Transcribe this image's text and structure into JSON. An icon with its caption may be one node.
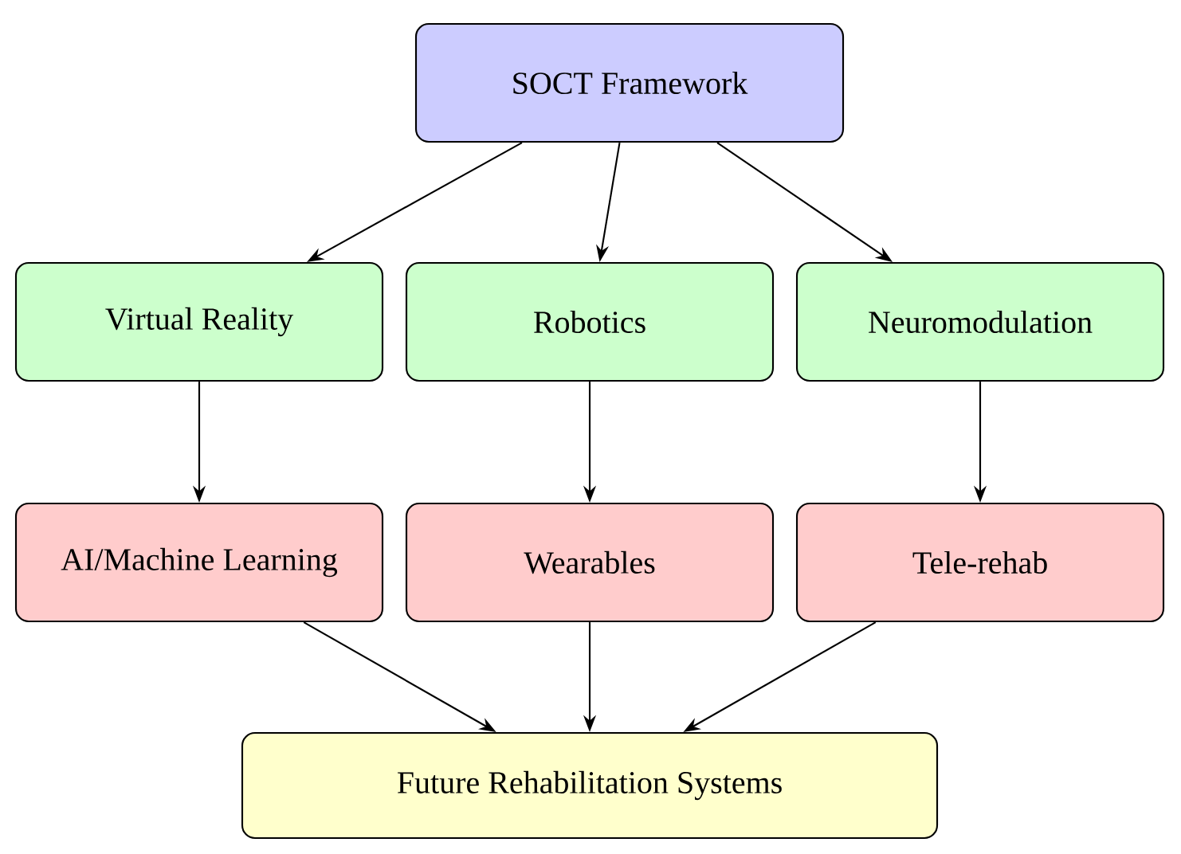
{
  "diagram": {
    "nodes": [
      {
        "text": [
          "SOCT Framework"
        ]
      },
      {
        "text": [
          "Virtual Reality"
        ]
      },
      {
        "text": [
          "Robotics"
        ]
      },
      {
        "text": [
          "Neuromodulation"
        ]
      },
      {
        "text": [
          "AI/Machine Learning"
        ]
      },
      {
        "text": [
          "Wearables"
        ]
      },
      {
        "text": [
          "Tele-rehab"
        ]
      },
      {
        "text": [
          "Future Rehabilitation Systems"
        ]
      }
    ],
    "edges": [
      {
        "from": 0,
        "to": 1,
        "arrow": "to"
      },
      {
        "from": 0,
        "to": 2,
        "arrow": "to"
      },
      {
        "from": 0,
        "to": 3,
        "arrow": "to"
      },
      {
        "from": 1,
        "to": 4,
        "arrow": "to"
      },
      {
        "from": 2,
        "to": 5,
        "arrow": "to"
      },
      {
        "from": 3,
        "to": 6,
        "arrow": "to"
      },
      {
        "from": 4,
        "to": 7,
        "arrow": "to"
      },
      {
        "from": 5,
        "to": 7,
        "arrow": "to"
      },
      {
        "from": 6,
        "to": 7,
        "arrow": "to"
      }
    ]
  }
}
